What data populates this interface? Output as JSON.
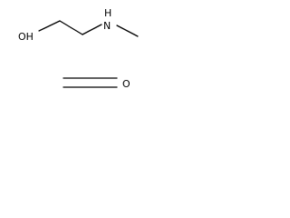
{
  "molecules": [
    {
      "atoms": {
        "oh": "OH",
        "n": "N",
        "h": "H"
      }
    },
    {
      "atoms": {
        "o": "O"
      }
    }
  ],
  "colors": {
    "line": "#000000",
    "background": "#ffffff"
  }
}
